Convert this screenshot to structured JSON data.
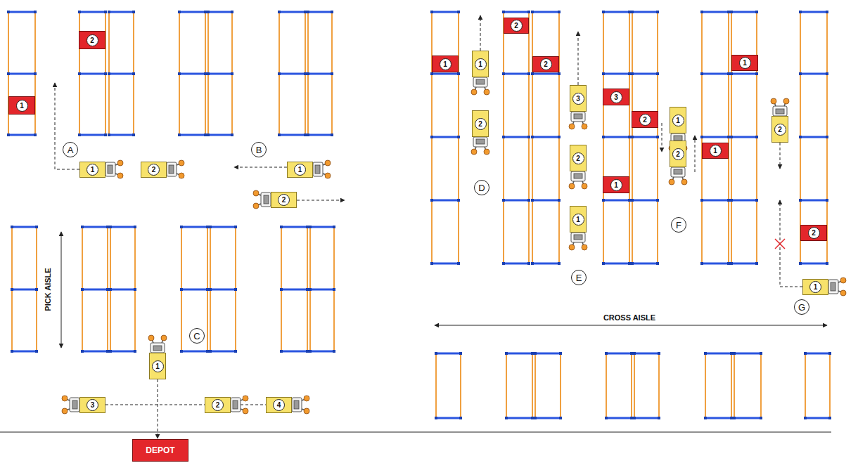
{
  "diagram": {
    "nodes": [
      {
        "text": [
          "1"
        ]
      },
      {
        "text": [
          "2"
        ]
      },
      {
        "text": [
          "A"
        ]
      },
      {
        "text": [
          "B"
        ]
      },
      {
        "text": [
          "1"
        ]
      },
      {
        "text": [
          "2"
        ]
      },
      {
        "text": [
          "1"
        ]
      },
      {
        "text": [
          "2"
        ]
      },
      {
        "text": [
          "C"
        ]
      },
      {
        "text": [
          "1"
        ]
      },
      {
        "text": [
          "3"
        ]
      },
      {
        "text": [
          "2"
        ]
      },
      {
        "text": [
          "4"
        ]
      },
      {
        "text": [
          "DEPOT"
        ]
      },
      {
        "text": [
          "2"
        ]
      },
      {
        "text": [
          "1"
        ]
      },
      {
        "text": [
          "2"
        ]
      },
      {
        "text": [
          "1"
        ]
      },
      {
        "text": [
          "1"
        ]
      },
      {
        "text": [
          "2"
        ]
      },
      {
        "text": [
          "3"
        ]
      },
      {
        "text": [
          "3"
        ]
      },
      {
        "text": [
          "2"
        ]
      },
      {
        "text": [
          "1"
        ]
      },
      {
        "text": [
          "2"
        ]
      },
      {
        "text": [
          "2"
        ]
      },
      {
        "text": [
          "1"
        ]
      },
      {
        "text": [
          "2"
        ]
      },
      {
        "text": [
          "1"
        ]
      },
      {
        "text": [
          "D"
        ]
      },
      {
        "text": [
          "1"
        ]
      },
      {
        "text": [
          "F"
        ]
      },
      {
        "text": [
          "2"
        ]
      },
      {
        "text": [
          "E"
        ]
      },
      {
        "text": [
          "1"
        ]
      },
      {
        "text": [
          "G"
        ]
      }
    ],
    "edges": [
      {
        "from": 9,
        "to": 13,
        "arrow": "to"
      }
    ],
    "labels": [
      "PICK AISLE",
      "CROSS AISLE"
    ]
  }
}
